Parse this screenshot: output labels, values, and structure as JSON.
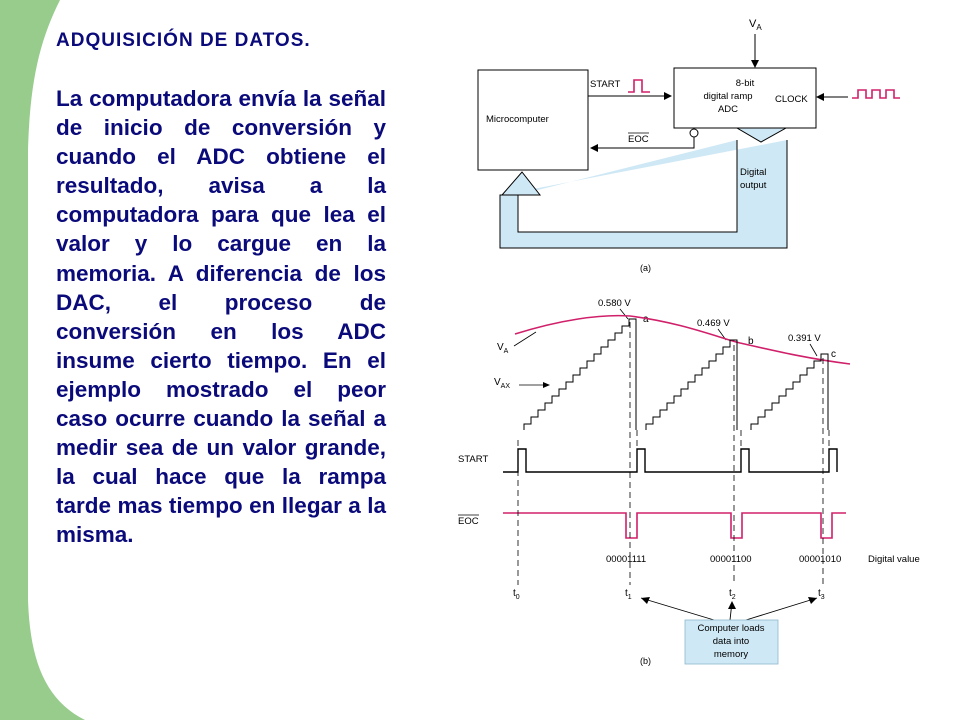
{
  "slide": {
    "title": "ADQUISICIÓN DE DATOS.",
    "body": "La computadora envía la señal de inicio de conversión y cuando el ADC obtiene el resultado, avisa a la computadora para que lea el valor y lo cargue en la memoria. A diferencia de los DAC, el proceso de conversión en los ADC insume cierto tiempo. En el ejemplo mostrado el peor caso ocurre cuando la señal a medir sea de un valor grande, la cual hace que la rampa tarde mas tiempo en llegar a la misma.",
    "accent_color": "#97cc8c",
    "text_color": "#0a0a7a"
  },
  "figure_a": {
    "va_label": "V",
    "va_sub": "A",
    "start_label": "START",
    "adc_line1": "8-bit",
    "adc_line2": "digital ramp",
    "adc_line3": "ADC",
    "clock_label": "CLOCK",
    "micro_label": "Microcomputer",
    "eoc_label": "EOC",
    "digital_output_line1": "Digital",
    "digital_output_line2": "output",
    "caption": "(a)"
  },
  "figure_b": {
    "volt_a": "0.580 V",
    "volt_b": "0.469 V",
    "volt_c": "0.391 V",
    "point_a": "a",
    "point_b": "b",
    "point_c": "c",
    "va_label": "V",
    "va_sub": "A",
    "vax_label": "V",
    "vax_sub": "AX",
    "start_label": "START",
    "eoc_label": "EOC",
    "code_1": "00001111",
    "code_2": "00001100",
    "code_3": "00001010",
    "digital_value_label": "Digital value",
    "t_label": "t",
    "t0_sub": "0",
    "t1_sub": "1",
    "t2_sub": "2",
    "t3_sub": "3",
    "note_line1": "Computer loads",
    "note_line2": "data into",
    "note_line3": "memory",
    "caption": "(b)",
    "signal_color": "#d0206a",
    "box_fill": "#cfe8f5"
  }
}
